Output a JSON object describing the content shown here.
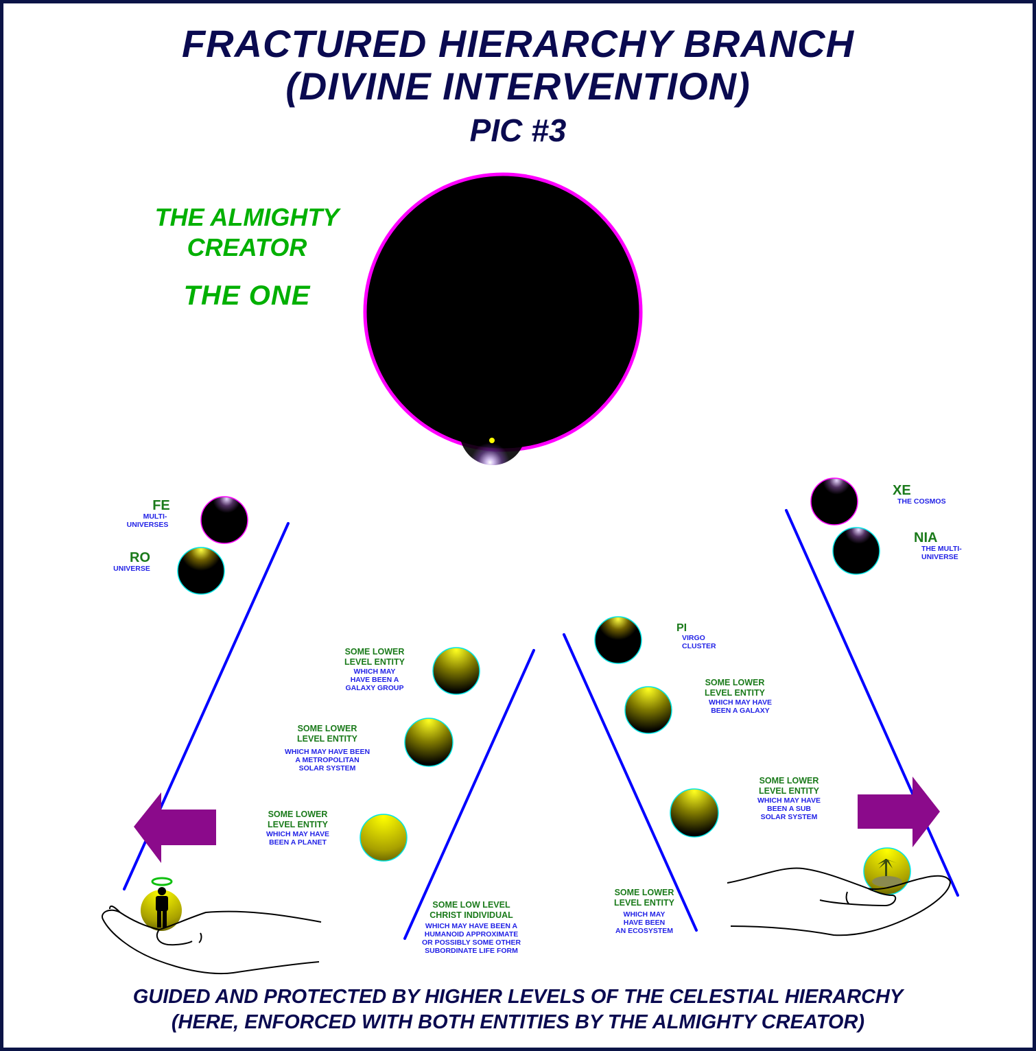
{
  "title": {
    "line1": "FRACTURED HIERARCHY BRANCH",
    "line2": "(DIVINE INTERVENTION)",
    "subtitle": "PIC #3"
  },
  "creator": {
    "line1": "THE ALMIGHTY",
    "line2": "CREATOR",
    "name": "THE ONE"
  },
  "left_branch": {
    "fe": {
      "name": "FE",
      "desc1": "MULTI-",
      "desc2": "UNIVERSES"
    },
    "ro": {
      "name": "RO",
      "desc": "UNIVERSE"
    },
    "galaxy_group": {
      "title1": "SOME LOWER",
      "title2": "LEVEL ENTITY",
      "desc1": "WHICH MAY",
      "desc2": "HAVE BEEN A",
      "desc3": "GALAXY GROUP"
    },
    "metro": {
      "title1": "SOME LOWER",
      "title2": "LEVEL ENTITY",
      "desc1": "WHICH MAY HAVE BEEN",
      "desc2": "A METROPOLITAN",
      "desc3": "SOLAR SYSTEM"
    },
    "planet": {
      "title1": "SOME LOWER",
      "title2": "LEVEL ENTITY",
      "desc1": "WHICH MAY HAVE",
      "desc2": "BEEN A PLANET"
    },
    "christ": {
      "title1": "SOME LOW LEVEL",
      "title2": "CHRIST INDIVIDUAL",
      "desc1": "WHICH MAY HAVE BEEN A",
      "desc2": "HUMANOID APPROXIMATE",
      "desc3": "OR POSSIBLY SOME OTHER",
      "desc4": "SUBORDINATE LIFE FORM"
    }
  },
  "right_branch": {
    "xe": {
      "name": "XE",
      "desc": "THE COSMOS"
    },
    "nia": {
      "name": "NIA",
      "desc1": "THE MULTI-",
      "desc2": "UNIVERSE"
    },
    "pi": {
      "name": "PI",
      "desc1": "VIRGO",
      "desc2": "CLUSTER"
    },
    "galaxy": {
      "title1": "SOME LOWER",
      "title2": "LEVEL ENTITY",
      "desc1": "WHICH MAY HAVE",
      "desc2": "BEEN A GALAXY"
    },
    "sub_solar": {
      "title1": "SOME LOWER",
      "title2": "LEVEL ENTITY",
      "desc1": "WHICH MAY HAVE",
      "desc2": "BEEN A SUB",
      "desc3": "SOLAR SYSTEM"
    },
    "ecosystem": {
      "title1": "SOME LOWER",
      "title2": "LEVEL ENTITY",
      "desc1": "WHICH MAY",
      "desc2": "HAVE BEEN",
      "desc3": "AN ECOSYSTEM"
    }
  },
  "footer": {
    "line1": "GUIDED AND PROTECTED BY HIGHER LEVELS OF THE CELESTIAL HIERARCHY",
    "line2": "(HERE, ENFORCED WITH BOTH ENTITIES BY THE ALMIGHTY CREATOR)"
  },
  "colors": {
    "border": "#0b1446",
    "title": "#0a0a50",
    "green": "#00b000",
    "label_green": "#1a7a1a",
    "label_blue": "#2222e6",
    "line_blue": "#0000ff",
    "arrow": "#8b0a8b",
    "ring_magenta": "#ff00ff",
    "ring_cyan": "#00e5e5"
  }
}
